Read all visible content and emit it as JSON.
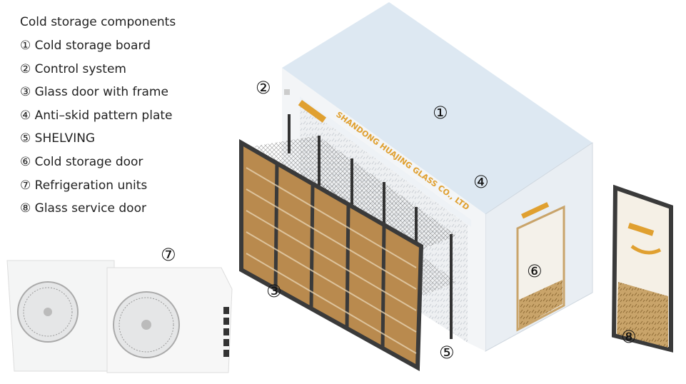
{
  "legend": {
    "title": "Cold storage components",
    "items": [
      {
        "num": "①",
        "label": "Cold storage board"
      },
      {
        "num": "②",
        "label": "Control system"
      },
      {
        "num": "③",
        "label": "Glass door with frame"
      },
      {
        "num": "④",
        "label": "Anti–skid pattern plate"
      },
      {
        "num": "⑤",
        "label": "SHELVING"
      },
      {
        "num": "⑥",
        "label": "Cold storage door"
      },
      {
        "num": "⑦",
        "label": "Refrigeration units"
      },
      {
        "num": "⑧",
        "label": "Glass service door"
      }
    ]
  },
  "callouts": {
    "c1": "①",
    "c2": "②",
    "c3": "③",
    "c4": "④",
    "c5": "⑤",
    "c6": "⑥",
    "c7": "⑦",
    "c8": "⑧"
  },
  "brand_text": "SHANDONG HUAJING GLASS CO., LTD",
  "colors": {
    "panel": "#dfe9f3",
    "frame": "#3a3a3a",
    "wood": "#b98a4e",
    "brand": "#e0a030"
  }
}
